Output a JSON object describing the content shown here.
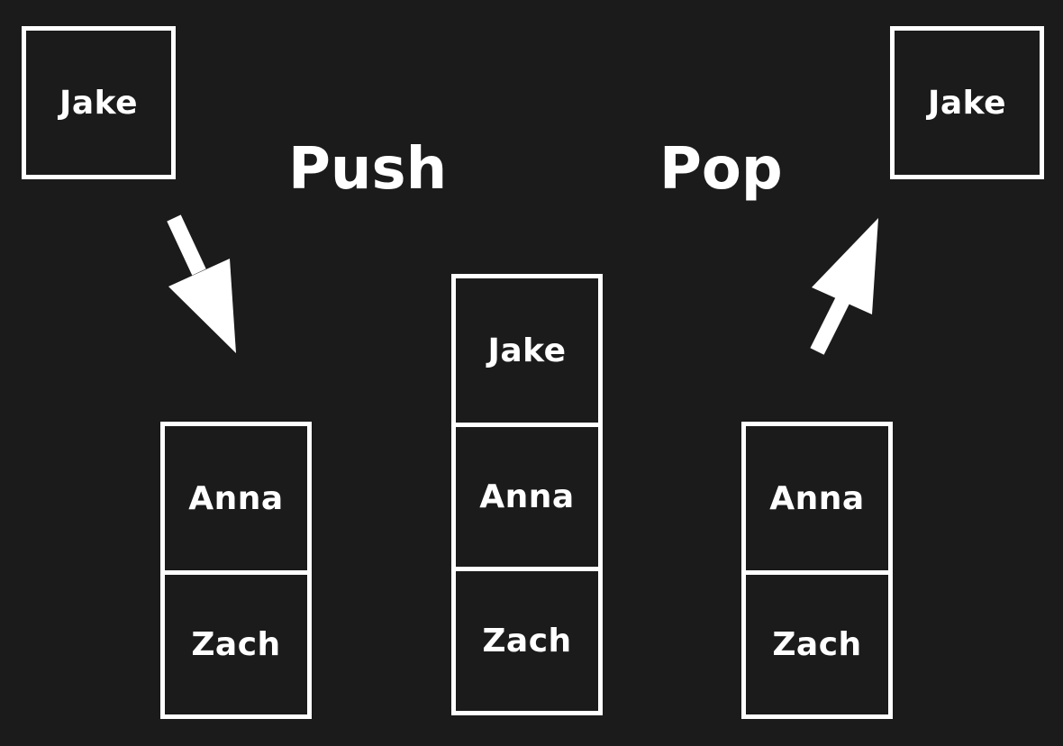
{
  "operations": {
    "push_label": "Push",
    "pop_label": "Pop"
  },
  "incoming_item": "Jake",
  "outgoing_item": "Jake",
  "stacks": {
    "before_push": [
      "Anna",
      "Zach"
    ],
    "after_push": [
      "Jake",
      "Anna",
      "Zach"
    ],
    "after_pop": [
      "Anna",
      "Zach"
    ]
  },
  "colors": {
    "background": "#1b1b1b",
    "foreground": "#ffffff"
  }
}
